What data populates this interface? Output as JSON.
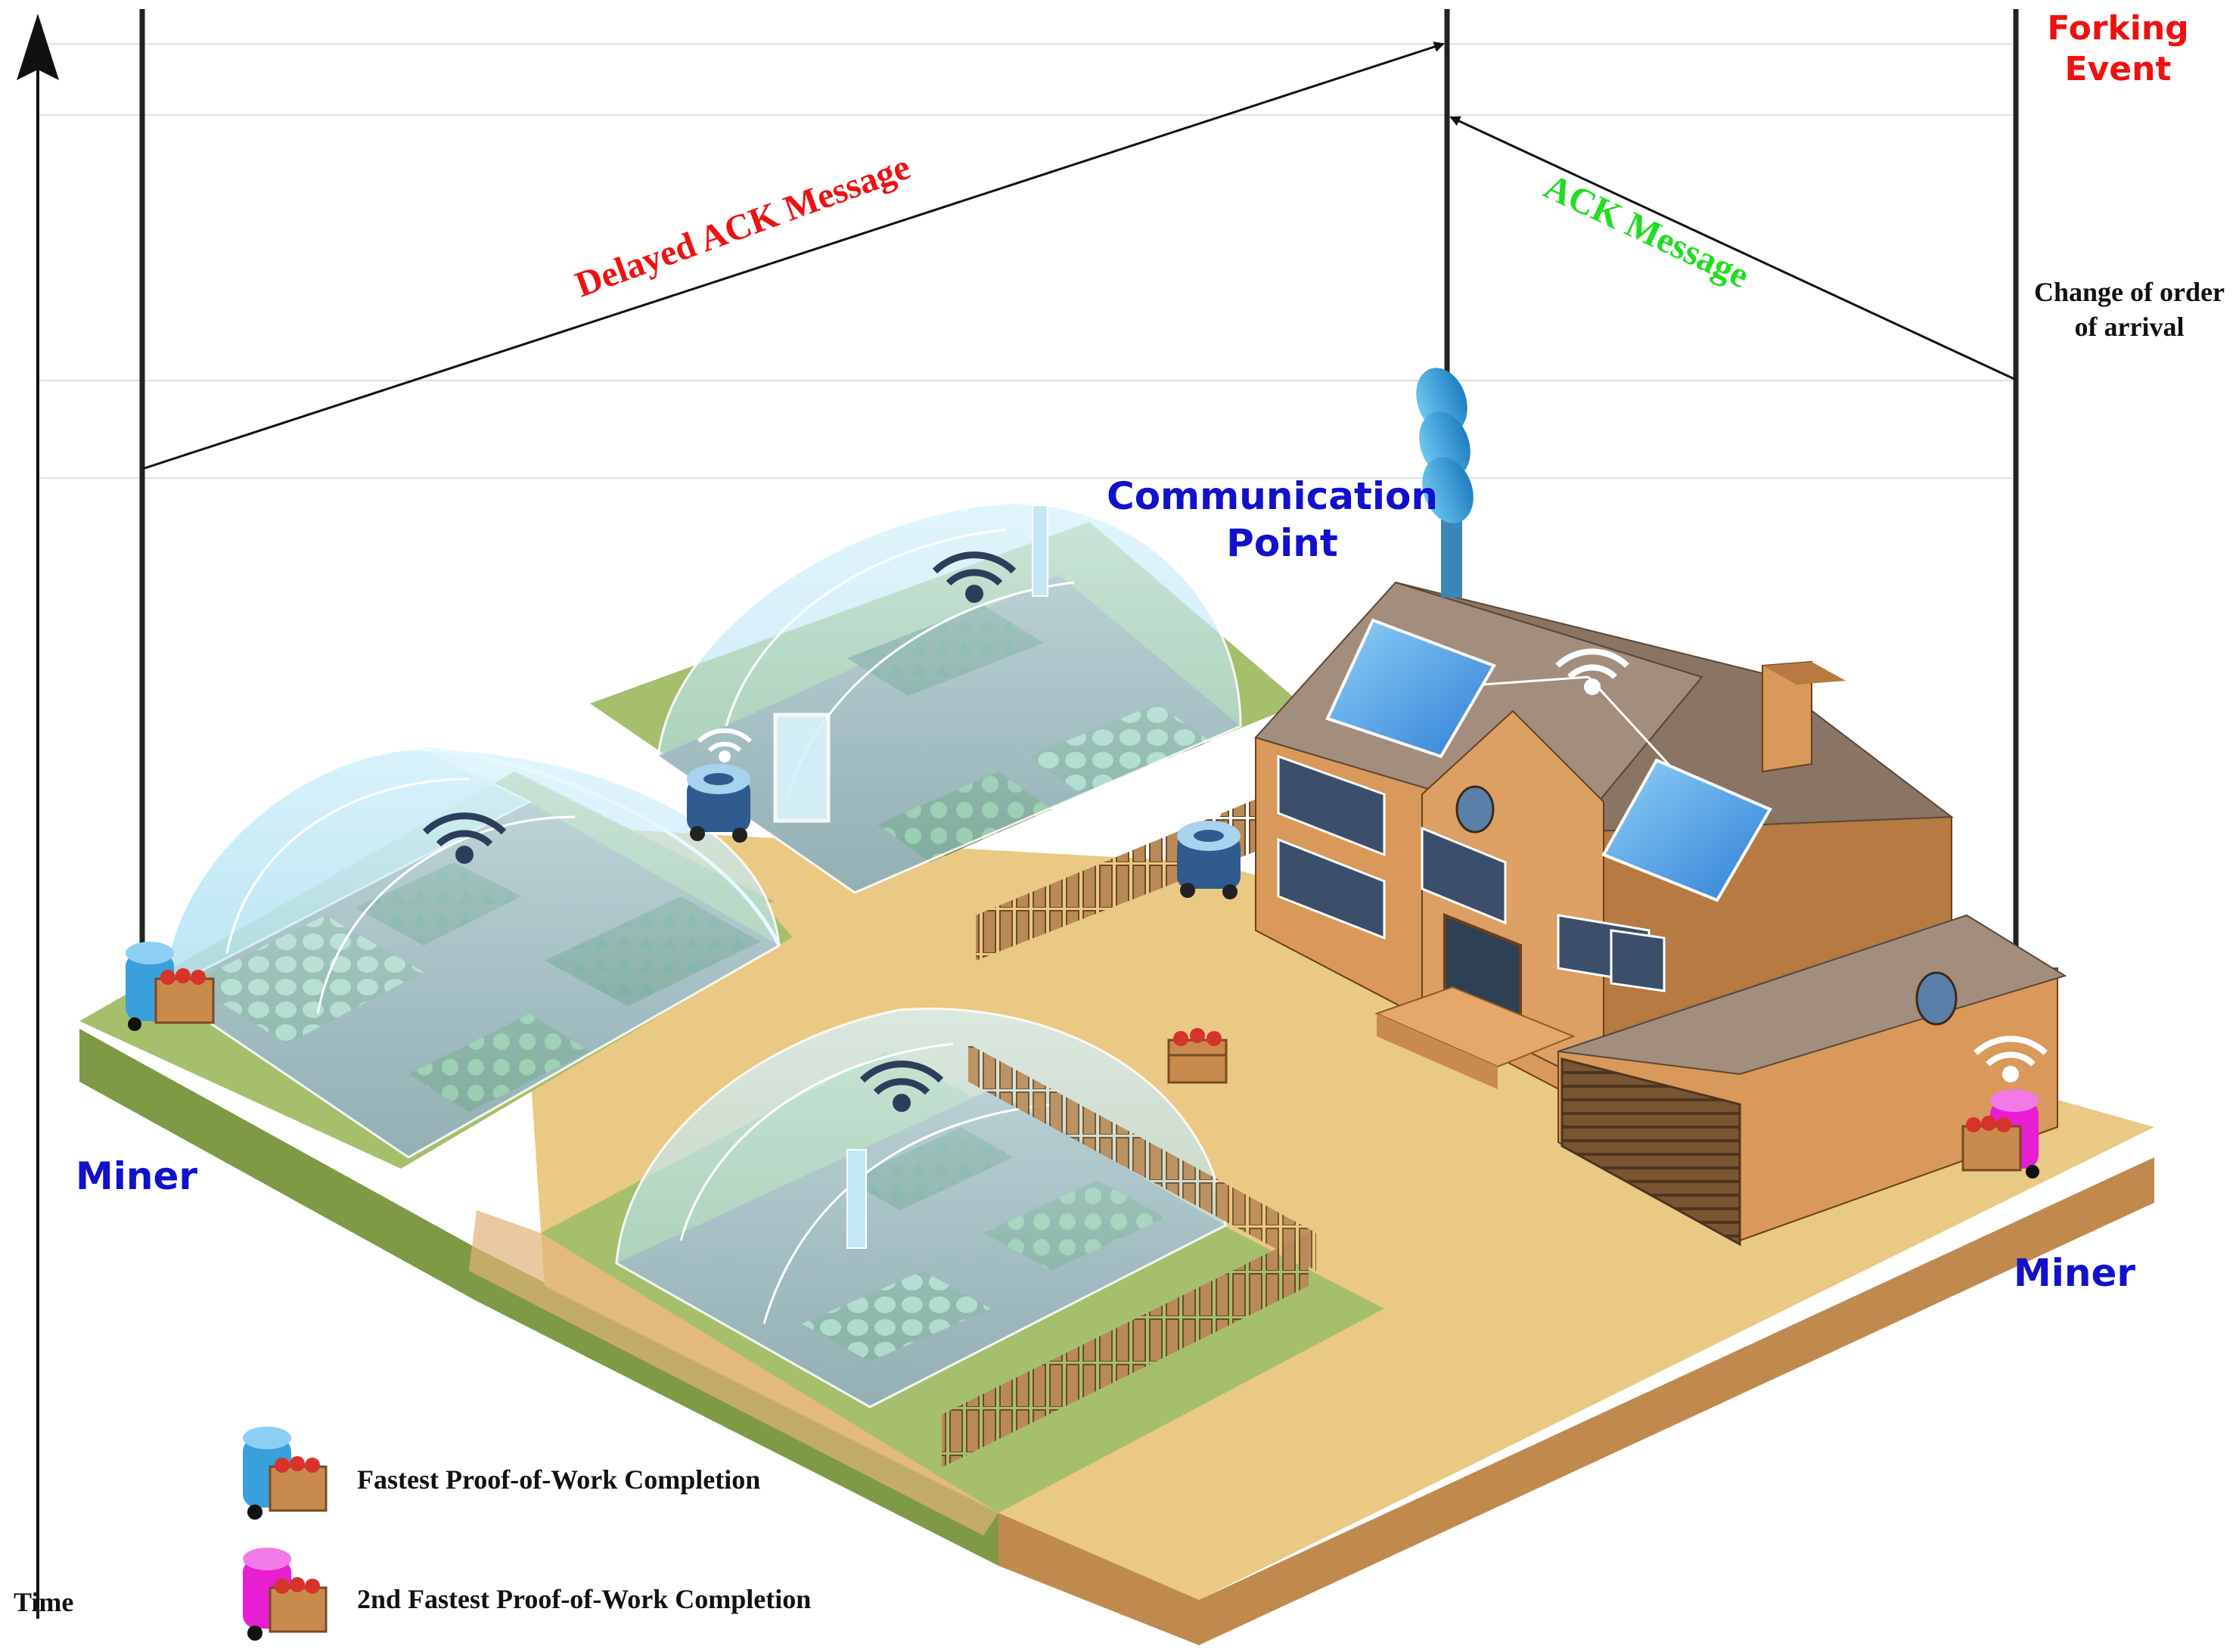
{
  "axis": {
    "label": "Time"
  },
  "labels": {
    "forking_event_line1": "Forking",
    "forking_event_line2": "Event",
    "delayed_ack": "Delayed ACK Message",
    "ack": "ACK Message",
    "change_order_line1": "Change of order",
    "change_order_line2": "of arrival",
    "comm_point_line1": "Communication",
    "comm_point_line2": "Point",
    "miner_left": "Miner",
    "miner_right": "Miner"
  },
  "legend": [
    {
      "label": "Fastest Proof-of-Work Completion",
      "color": "#3aa0dc"
    },
    {
      "label": "2nd Fastest Proof-of-Work Completion",
      "color": "#e81ed2"
    }
  ],
  "colors": {
    "red_text": "#ee1111",
    "green_text": "#22dd22",
    "blue_text": "#1111cc",
    "ground": "#e9c983",
    "grass": "#a6bf6c",
    "glass": "#bfe6f5",
    "house_wall": "#d9995a",
    "roof": "#a38d7c"
  }
}
